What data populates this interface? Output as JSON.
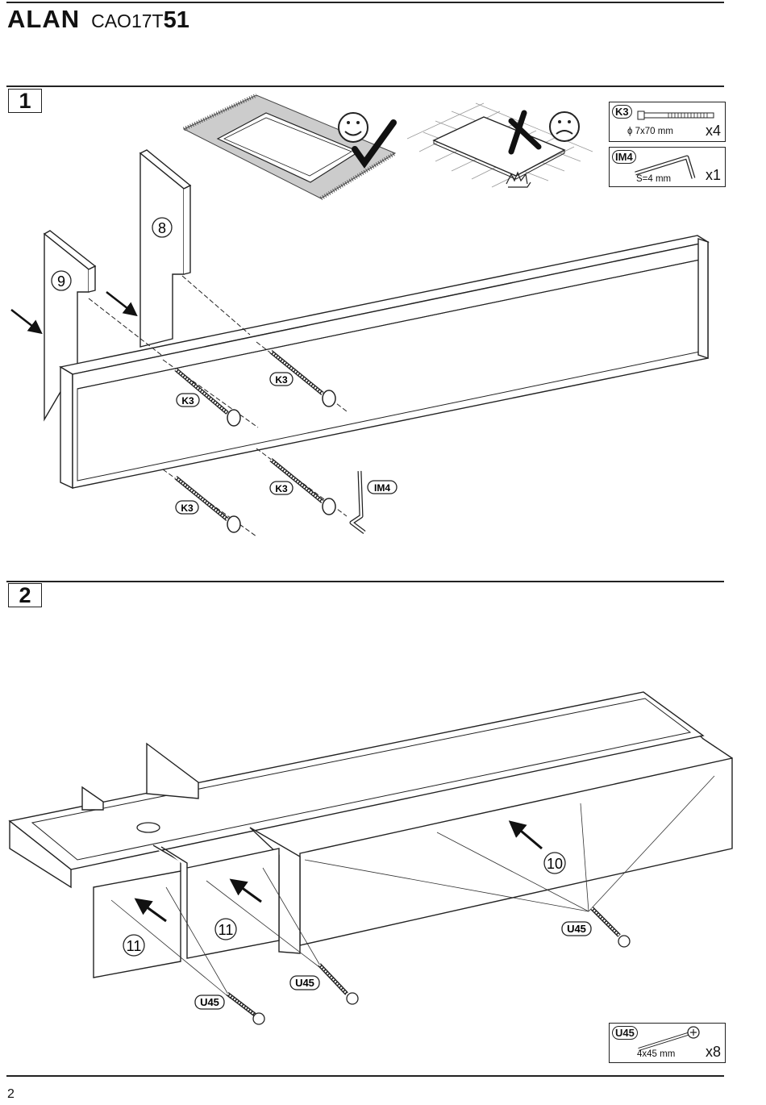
{
  "header": {
    "name": "ALAN",
    "code_prefix": "CAO17T",
    "code_suffix": "51"
  },
  "steps": [
    {
      "number": "1"
    },
    {
      "number": "2"
    }
  ],
  "parts": {
    "k3": {
      "tag": "K3",
      "dim": "ϕ 7x70 mm",
      "qty": "x4"
    },
    "im4": {
      "tag": "IM4",
      "dim": "S=4 mm",
      "qty": "x1"
    },
    "u45": {
      "tag": "U45",
      "dim": "4x45 mm",
      "qty": "x8"
    }
  },
  "panel_numbers": {
    "p8": "8",
    "p9": "9",
    "p10": "10",
    "p11a": "11",
    "p11b": "11"
  },
  "callouts": {
    "k3": "K3",
    "im4": "IM4",
    "u45": "U45"
  },
  "footer": {
    "page": "2"
  }
}
